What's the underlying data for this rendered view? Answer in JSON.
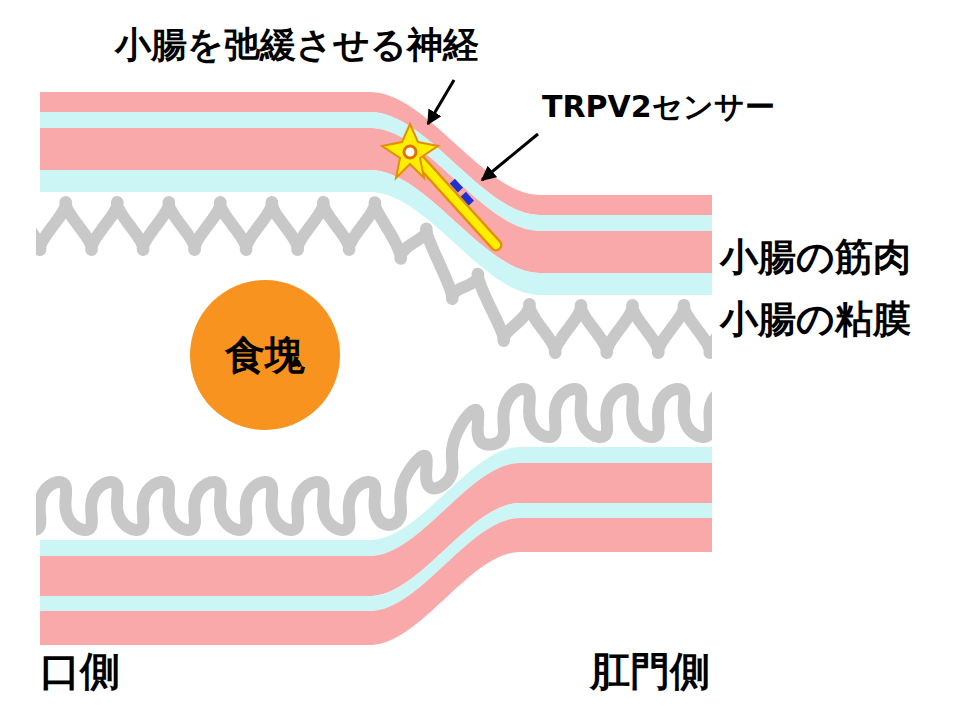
{
  "diagram": {
    "nodes": [
      {
        "text": [
          "食塊"
        ]
      }
    ],
    "labels": [
      "小腸を弛緩させる神経",
      "TRPV2センサー",
      "小腸の筋肉",
      "小腸の粘膜",
      "口側",
      "肛門側"
    ]
  }
}
